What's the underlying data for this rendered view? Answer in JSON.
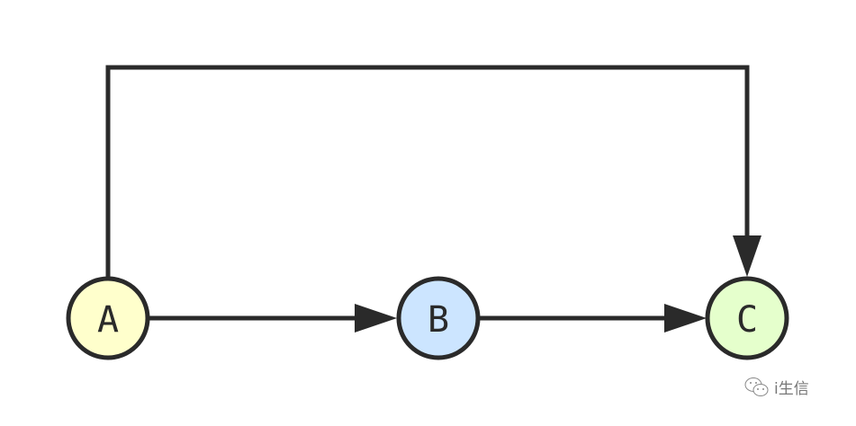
{
  "nodes": [
    {
      "id": "A",
      "label": "A",
      "fill": "#ffffcc"
    },
    {
      "id": "B",
      "label": "B",
      "fill": "#cce5ff"
    },
    {
      "id": "C",
      "label": "C",
      "fill": "#e5ffcc"
    }
  ],
  "edges": [
    {
      "from": "A",
      "to": "B"
    },
    {
      "from": "B",
      "to": "C"
    },
    {
      "from": "A",
      "to": "C"
    }
  ],
  "stroke_color": "#2a2a2a",
  "watermark": {
    "icon": "wechat-icon",
    "text": "i生信"
  }
}
